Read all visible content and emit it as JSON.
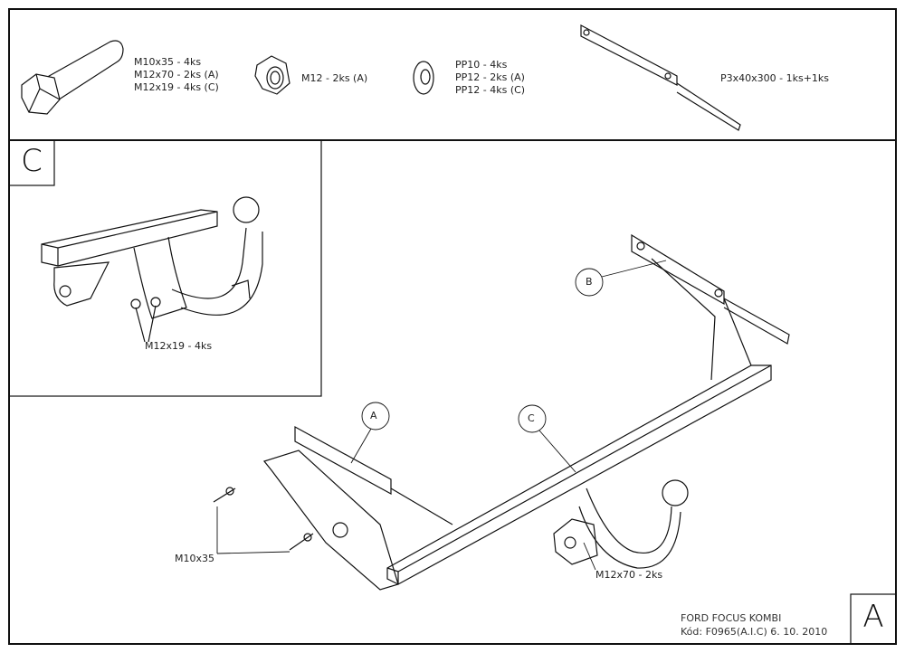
{
  "parts_list": {
    "bolts": [
      "M10x35 - 4ks",
      "M12x70 - 2ks (A)",
      "M12x19 - 4ks (C)"
    ],
    "nuts": [
      "M12 - 2ks (A)"
    ],
    "washers": [
      "PP10 - 4ks",
      "PP12 - 2ks (A)",
      "PP12 - 4ks (C)"
    ],
    "plate": [
      "P3x40x300 - 1ks+1ks"
    ]
  },
  "detail_view": {
    "label": "C",
    "callout": "M12x19 - 4ks"
  },
  "main_view": {
    "callouts": {
      "a": "A",
      "b": "B",
      "c": "C"
    },
    "bolt_label": "M10x35",
    "ball_bolt_label": "M12x70 - 2ks"
  },
  "title_block": {
    "model": "FORD FOCUS KOMBI",
    "code": "Kód: F0965(A.I.C)  6. 10. 2010",
    "sheet_label": "A"
  }
}
